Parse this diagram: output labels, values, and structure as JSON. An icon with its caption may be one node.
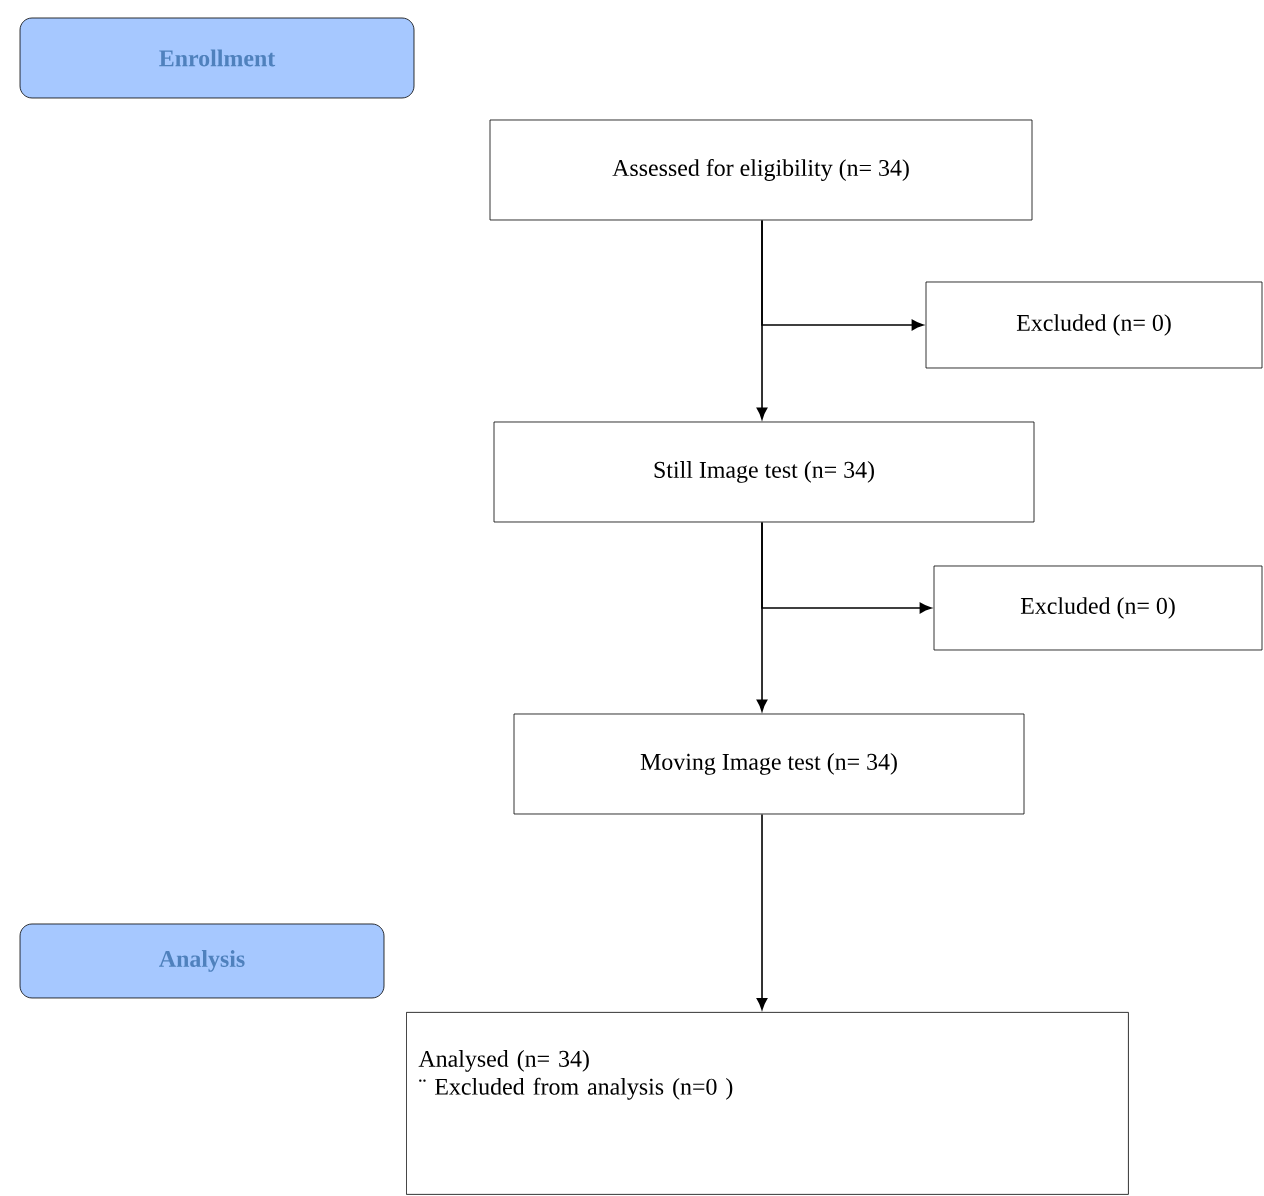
{
  "diagram": {
    "nodes": [
      {
        "text": [
          "Enrollment"
        ]
      },
      {
        "text": [
          "Assessed for eligibility  (n= 34)"
        ]
      },
      {
        "text": [
          "Excluded  (n= 0)"
        ]
      },
      {
        "text": [
          "Still  Image test (n= 34)"
        ]
      },
      {
        "text": [
          "Excluded  (n= 0)"
        ]
      },
      {
        "text": [
          "Moving  Image test (n= 34)"
        ]
      },
      {
        "text": [
          "Analysis"
        ]
      },
      {
        "text": [
          "Analysed  (n= 34)",
          "¨ Excluded from analysis  (n=0 )"
        ]
      }
    ],
    "edges": [
      {
        "from": 1,
        "to": 3,
        "arrow": "to"
      },
      {
        "from": 1,
        "to": 2,
        "arrow": "to"
      },
      {
        "from": 3,
        "to": 5,
        "arrow": "to"
      },
      {
        "from": 3,
        "to": 4,
        "arrow": "to"
      },
      {
        "from": 5,
        "to": 7,
        "arrow": "to"
      }
    ]
  }
}
